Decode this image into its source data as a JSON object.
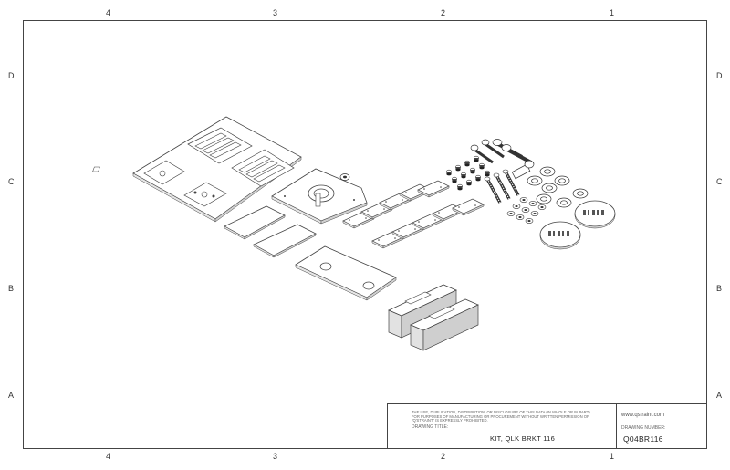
{
  "zones": {
    "top": [
      "4",
      "3",
      "2",
      "1"
    ],
    "bottom": [
      "4",
      "3",
      "2",
      "1"
    ],
    "left": [
      "D",
      "C",
      "B",
      "A"
    ],
    "right": [
      "D",
      "C",
      "B",
      "A"
    ]
  },
  "title_block": {
    "disclaimer": "THE USE, DUPLICATION, DISTRIBUTION, OR DISCLOSURE OF THIS DATA (IN WHOLE OR IN PART) FOR PURPOSES OF MANUFACTURING OR PROCUREMENT WITHOUT WRITTEN PERMISSION OF \"Q'STRAINT\" IS EXPRESSLY PROHIBITED.",
    "drawing_title_label": "DRAWING TITLE:",
    "drawing_title": "KIT, QLK BRKT 116",
    "website": "www.qstraint.com",
    "drawing_number_label": "DRAWING NUMBER:",
    "drawing_number": "Q04BR116"
  },
  "colors": {
    "line": "#444444",
    "fill": "#ffffff",
    "shade": "#d9d9d9"
  }
}
